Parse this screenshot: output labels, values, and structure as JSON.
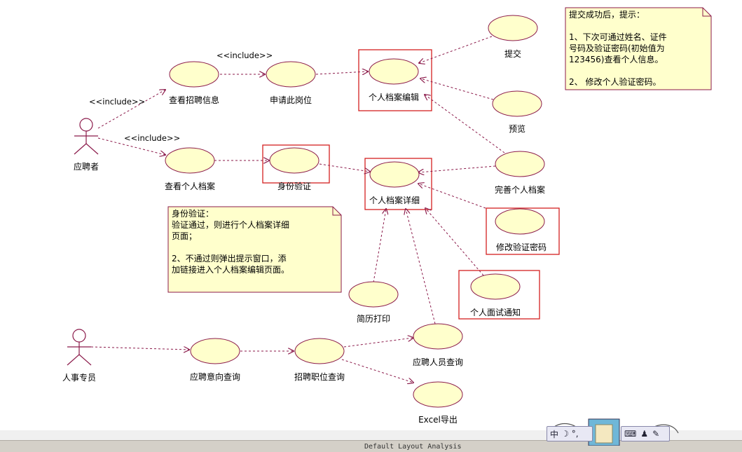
{
  "actors": [
    {
      "id": "applicant",
      "label": "应聘者"
    },
    {
      "id": "hr",
      "label": "人事专员"
    }
  ],
  "usecases": [
    {
      "id": "view-jobs",
      "label": "查看招聘信息"
    },
    {
      "id": "apply-job",
      "label": "申请此岗位"
    },
    {
      "id": "edit-profile",
      "label": "个人档案编辑"
    },
    {
      "id": "submit",
      "label": "提交"
    },
    {
      "id": "preview",
      "label": "预览"
    },
    {
      "id": "view-profile",
      "label": "查看个人档案"
    },
    {
      "id": "verify",
      "label": "身份验证"
    },
    {
      "id": "profile-detail",
      "label": "个人档案详细"
    },
    {
      "id": "complete-profile",
      "label": "完善个人档案"
    },
    {
      "id": "change-pwd",
      "label": "修改验证密码"
    },
    {
      "id": "resume-print",
      "label": "简历打印"
    },
    {
      "id": "interview-notice",
      "label": "个人面试通知"
    },
    {
      "id": "intent-query",
      "label": "应聘意向查询"
    },
    {
      "id": "position-query",
      "label": "招聘职位查询"
    },
    {
      "id": "applicant-query",
      "label": "应聘人员查询"
    },
    {
      "id": "excel-export",
      "label": "Excel导出"
    }
  ],
  "stereotypes": {
    "include1": "<<include>>",
    "include2": "<<include>>",
    "include3": "<<include>>"
  },
  "notes": {
    "submit_note": [
      "提交成功后，提示：",
      "",
      "1、下次可通过姓名、证件",
      "号码及验证密码(初始值为",
      "123456)查看个人信息。",
      "",
      "2、 修改个人验证密码。"
    ],
    "verify_note": [
      "身份验证：",
      "验证通过，则进行个人档案详细",
      "页面；",
      "",
      "2、不通过则弹出提示窗口，添",
      "加链接进入个人档案编辑页面。"
    ]
  },
  "status_bar": {
    "text": "Default Layout Analysis"
  },
  "ime": {
    "label": "中",
    "moon": "☽",
    "punct": "°,",
    "keyboard": "⌨"
  },
  "colors": {
    "usecase_fill": "#ffffcc",
    "usecase_stroke": "#8b1a4a",
    "actor_stroke": "#8b1a4a",
    "arrow": "#8b1a4a",
    "highlight": "#d42020",
    "note_fill": "#ffffcc",
    "note_stroke": "#8b1a4a"
  }
}
